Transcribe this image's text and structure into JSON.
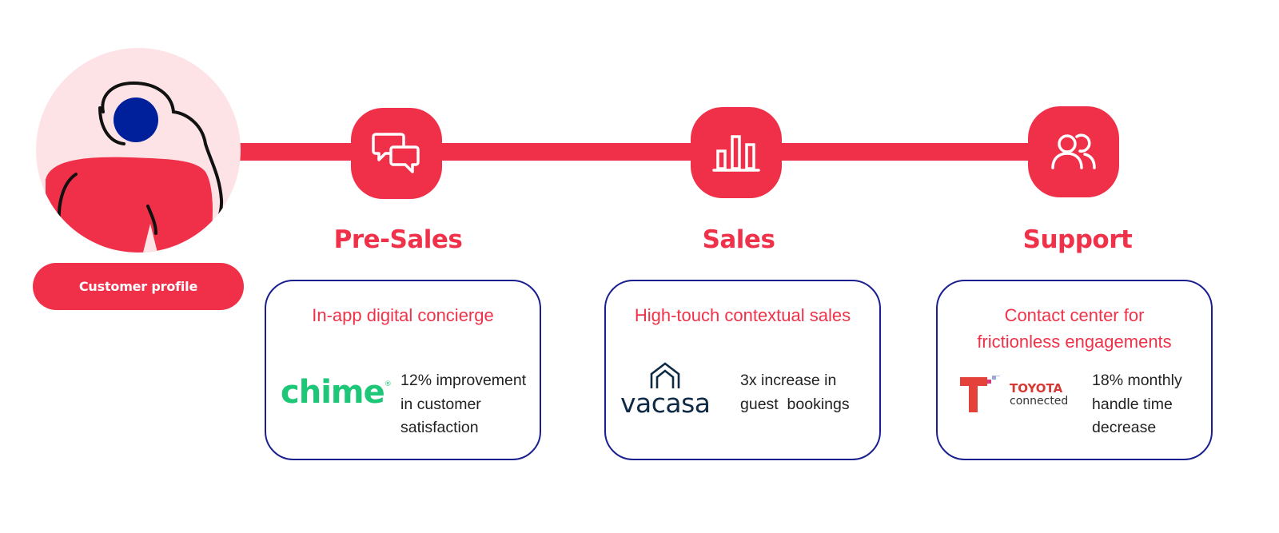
{
  "profile": {
    "button_label": "Customer profile"
  },
  "stages": [
    {
      "title": "Pre-Sales",
      "icon": "chat-bubbles-icon",
      "card": {
        "heading": "In-app digital concierge",
        "logo_text": "chime",
        "logo_mark": "®",
        "stat_lines": [
          "12% improvement",
          "in customer",
          "satisfaction"
        ]
      }
    },
    {
      "title": "Sales",
      "icon": "bar-chart-icon",
      "card": {
        "heading": "High-touch contextual sales",
        "logo_text": "vacasa",
        "stat_lines": [
          "3x increase in",
          "guest  bookings"
        ]
      }
    },
    {
      "title": "Support",
      "icon": "users-icon",
      "card": {
        "heading_lines": [
          "Contact center for",
          "frictionless engagements"
        ],
        "logo_text_top": "TOYOTA",
        "logo_text_bottom": "connected",
        "stat_lines": [
          "18% monthly",
          "handle time",
          "decrease"
        ]
      }
    }
  ],
  "colors": {
    "accent": "#f03049",
    "border": "#1a1f8f",
    "chime_green": "#1ec677",
    "vacasa_navy": "#0f2a44",
    "avatar_bg": "#fde3e6",
    "avatar_head": "#00209b"
  }
}
